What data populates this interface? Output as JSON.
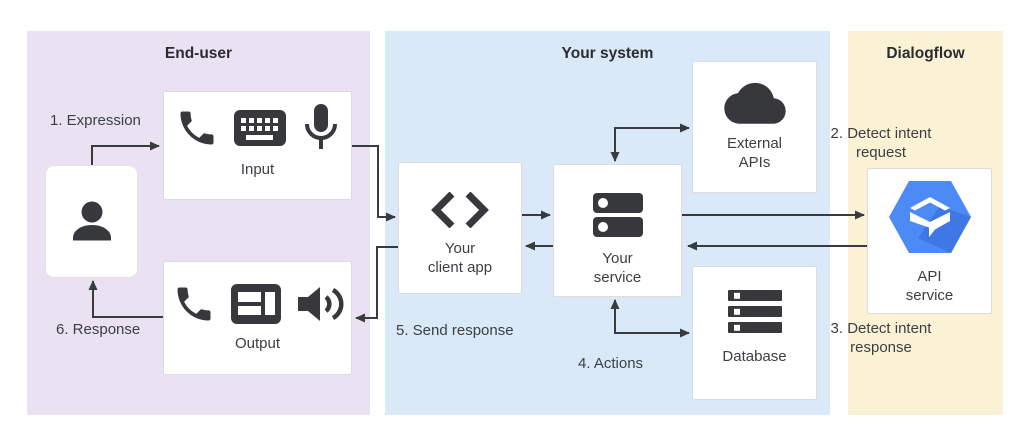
{
  "panels": {
    "end_user": {
      "title": "End-user",
      "bg_color": "#EAE2F3"
    },
    "your_system": {
      "title": "Your system",
      "bg_color": "#DAE9F8"
    },
    "dialogflow": {
      "title": "Dialogflow",
      "bg_color": "#FBF2D5"
    }
  },
  "nodes": {
    "user": {
      "icon": "person-icon"
    },
    "input": {
      "label": "Input",
      "icons": [
        "phone-icon",
        "keyboard-icon",
        "mic-icon"
      ]
    },
    "output": {
      "label": "Output",
      "icons": [
        "phone-icon",
        "layout-icon",
        "speaker-icon"
      ]
    },
    "client_app": {
      "label": "Your client app",
      "icon": "code-icon"
    },
    "service": {
      "label": "Your service",
      "icon": "server-icon"
    },
    "external_apis": {
      "label": "External APIs",
      "icon": "cloud-icon"
    },
    "database": {
      "label": "Database",
      "icon": "storage-icon"
    },
    "api_service": {
      "label": "API service",
      "icon": "dialogflow-logo"
    }
  },
  "flow_labels": {
    "expression": "1. Expression",
    "detect_intent_request": "2. Detect intent request",
    "detect_intent_response": "3. Detect intent response",
    "actions": "4. Actions",
    "send_response": "5. Send response",
    "response": "6. Response"
  },
  "colors": {
    "panel_end_user": "#EAE2F3",
    "panel_your_system": "#DAE9F8",
    "panel_dialogflow": "#FBF2D5",
    "icon": "#37383B",
    "text": "#3C4043",
    "arrow": "#3A3B3E",
    "box_border": "#DCDCDC",
    "dialogflow_blue": "#4C8BF5",
    "dialogflow_blue_shadow": "#3B72DE"
  }
}
